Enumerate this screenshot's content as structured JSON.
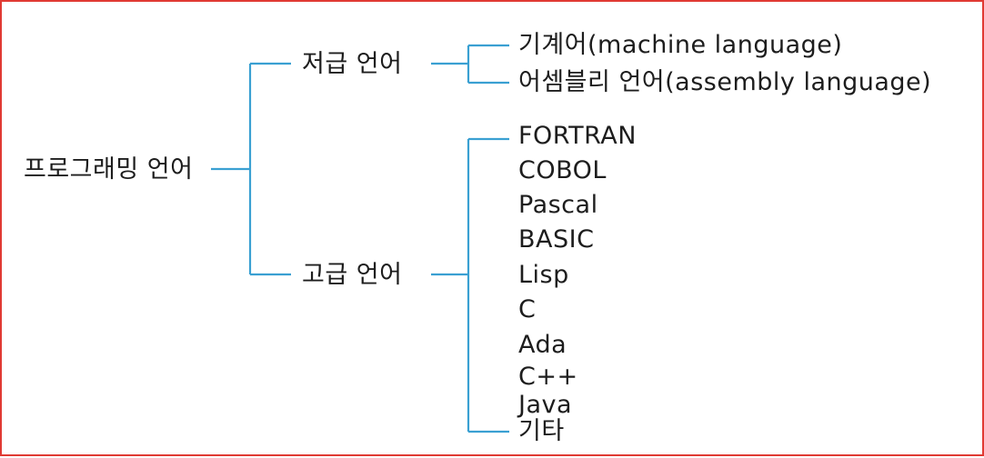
{
  "root": {
    "label": "프로그래밍 언어"
  },
  "low": {
    "label": "저급 언어",
    "items": [
      "기계어(machine language)",
      "어셈블리 언어(assembly language)"
    ]
  },
  "high": {
    "label": "고급 언어",
    "items": [
      "FORTRAN",
      "COBOL",
      "Pascal",
      "BASIC",
      "Lisp",
      "C",
      "Ada",
      "C++",
      "Java",
      "기타"
    ]
  },
  "colors": {
    "connector": "#3aa0d2",
    "border": "#e03a33",
    "text": "#1d1d1d"
  }
}
